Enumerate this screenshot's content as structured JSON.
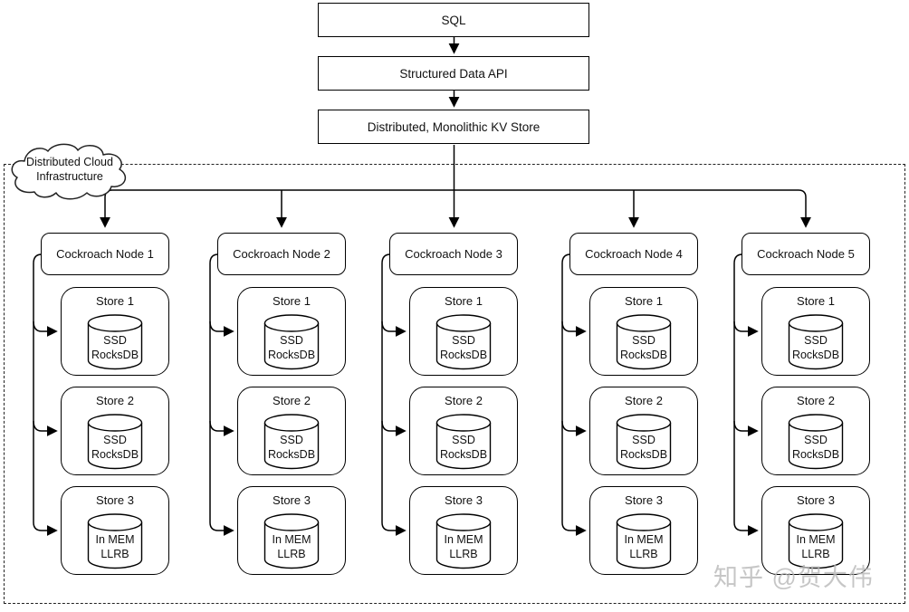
{
  "pipeline": [
    {
      "label": "SQL"
    },
    {
      "label": "Structured Data API"
    },
    {
      "label": "Distributed, Monolithic KV Store"
    }
  ],
  "cloud": {
    "line1": "Distributed Cloud",
    "line2": "Infrastructure"
  },
  "nodes": [
    {
      "label": "Cockroach Node 1",
      "stores": [
        {
          "label": "Store 1",
          "db_line1": "SSD",
          "db_line2": "RocksDB"
        },
        {
          "label": "Store 2",
          "db_line1": "SSD",
          "db_line2": "RocksDB"
        },
        {
          "label": "Store 3",
          "db_line1": "In MEM",
          "db_line2": "LLRB"
        }
      ]
    },
    {
      "label": "Cockroach Node 2",
      "stores": [
        {
          "label": "Store 1",
          "db_line1": "SSD",
          "db_line2": "RocksDB"
        },
        {
          "label": "Store 2",
          "db_line1": "SSD",
          "db_line2": "RocksDB"
        },
        {
          "label": "Store 3",
          "db_line1": "In MEM",
          "db_line2": "LLRB"
        }
      ]
    },
    {
      "label": "Cockroach Node 3",
      "stores": [
        {
          "label": "Store 1",
          "db_line1": "SSD",
          "db_line2": "RocksDB"
        },
        {
          "label": "Store 2",
          "db_line1": "SSD",
          "db_line2": "RocksDB"
        },
        {
          "label": "Store 3",
          "db_line1": "In MEM",
          "db_line2": "LLRB"
        }
      ]
    },
    {
      "label": "Cockroach Node 4",
      "stores": [
        {
          "label": "Store 1",
          "db_line1": "SSD",
          "db_line2": "RocksDB"
        },
        {
          "label": "Store 2",
          "db_line1": "SSD",
          "db_line2": "RocksDB"
        },
        {
          "label": "Store 3",
          "db_line1": "In MEM",
          "db_line2": "LLRB"
        }
      ]
    },
    {
      "label": "Cockroach Node 5",
      "stores": [
        {
          "label": "Store 1",
          "db_line1": "SSD",
          "db_line2": "RocksDB"
        },
        {
          "label": "Store 2",
          "db_line1": "SSD",
          "db_line2": "RocksDB"
        },
        {
          "label": "Store 3",
          "db_line1": "In MEM",
          "db_line2": "LLRB"
        }
      ]
    }
  ],
  "watermark": "知乎 @贺大伟",
  "colors": {
    "stroke": "#000000",
    "background": "#ffffff",
    "watermark": "#b9b9b9"
  }
}
